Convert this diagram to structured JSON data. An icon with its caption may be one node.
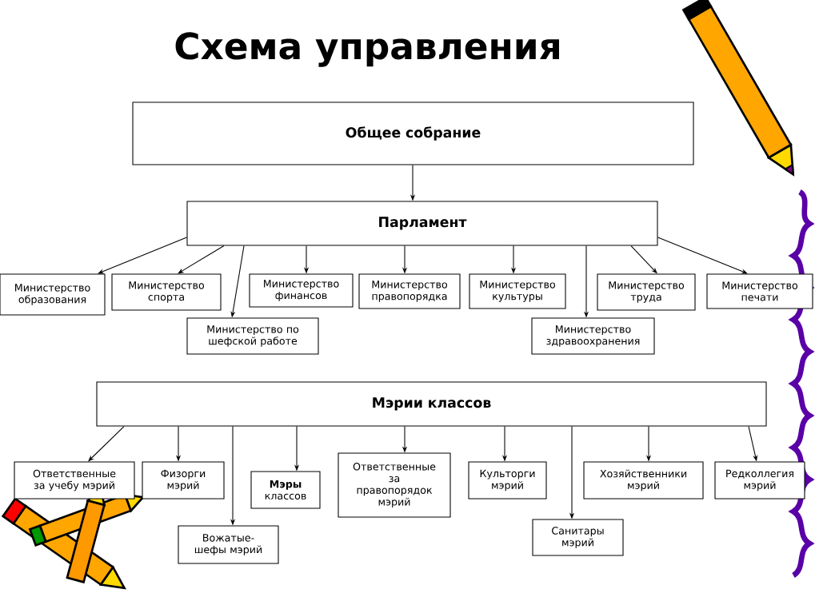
{
  "diagram": {
    "title": "Схема управления",
    "nodes": [
      {
        "text": [
          "Общее собрание"
        ]
      },
      {
        "text": [
          "Парламент"
        ]
      },
      {
        "text": [
          "Министерство образования"
        ]
      },
      {
        "text": [
          "Министерство спорта"
        ]
      },
      {
        "text": [
          "Министерство финансов"
        ]
      },
      {
        "text": [
          "Министерство правопорядка"
        ]
      },
      {
        "text": [
          "Министерство культуры"
        ]
      },
      {
        "text": [
          "Министерство труда"
        ]
      },
      {
        "text": [
          "Министерство печати"
        ]
      },
      {
        "text": [
          "Министерство по шефской работе"
        ]
      },
      {
        "text": [
          "Министерство здравоохранения"
        ]
      },
      {
        "text": [
          "Мэрии классов"
        ]
      },
      {
        "text": [
          "Ответственные за учебу мэрий"
        ]
      },
      {
        "text": [
          "Физорги мэрий"
        ]
      },
      {
        "text": [
          "**Мэры** классов"
        ]
      },
      {
        "text": [
          "Ответственные за правопорядок мэрий"
        ]
      },
      {
        "text": [
          "Культорги мэрий"
        ]
      },
      {
        "text": [
          "Хозяйственники мэрий"
        ]
      },
      {
        "text": [
          "Редколлегия мэрий"
        ]
      },
      {
        "text": [
          "Вожатые-шефы мэрий"
        ]
      },
      {
        "text": [
          "Санитары мэрий"
        ]
      }
    ],
    "edges": [
      {
        "from": 0,
        "to": 1,
        "arrow": "to"
      },
      {
        "from": 1,
        "to": 2,
        "arrow": "to"
      },
      {
        "from": 1,
        "to": 3,
        "arrow": "to"
      },
      {
        "from": 1,
        "to": 9,
        "arrow": "to"
      },
      {
        "from": 1,
        "to": 4,
        "arrow": "to"
      },
      {
        "from": 1,
        "to": 5,
        "arrow": "to"
      },
      {
        "from": 1,
        "to": 6,
        "arrow": "to"
      },
      {
        "from": 1,
        "to": 10,
        "arrow": "to"
      },
      {
        "from": 1,
        "to": 7,
        "arrow": "to"
      },
      {
        "from": 1,
        "to": 8,
        "arrow": "to"
      },
      {
        "from": 11,
        "to": 12,
        "arrow": "to"
      },
      {
        "from": 11,
        "to": 13,
        "arrow": "to"
      },
      {
        "from": 11,
        "to": 19,
        "arrow": "to"
      },
      {
        "from": 11,
        "to": 14,
        "arrow": "to"
      },
      {
        "from": 11,
        "to": 15,
        "arrow": "to"
      },
      {
        "from": 11,
        "to": 16,
        "arrow": "to"
      },
      {
        "from": 11,
        "to": 20,
        "arrow": "to"
      },
      {
        "from": 11,
        "to": 17,
        "arrow": "to"
      },
      {
        "from": 11,
        "to": 18,
        "arrow": "to"
      }
    ]
  }
}
